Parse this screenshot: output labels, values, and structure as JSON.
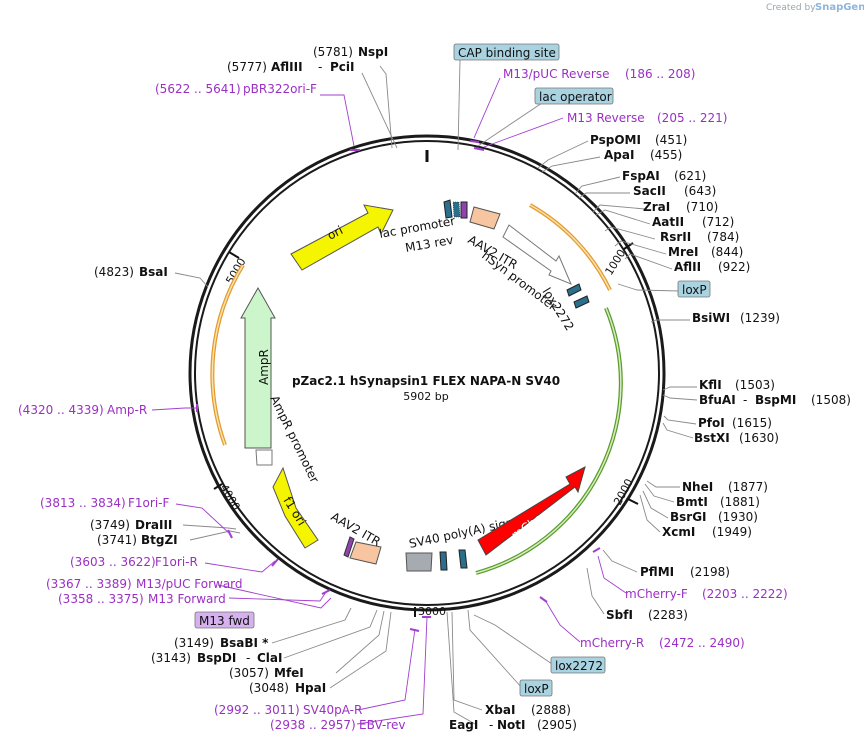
{
  "watermark": {
    "created_by": "Created by",
    "brand": "SnapGene"
  },
  "plasmid": {
    "name": "pZac2.1 hSynapsin1 FLEX NAPA-N SV40",
    "length": "5902 bp"
  },
  "scale_ticks": [
    "1000",
    "2000",
    "3000",
    "4000",
    "5000"
  ],
  "features": [
    {
      "name": "ori",
      "label": "ori",
      "color": "#f5f500"
    },
    {
      "name": "f1-ori",
      "label": "f1 ori",
      "color": "#f5f500"
    },
    {
      "name": "ampr",
      "label": "AmpR",
      "color": "#ccf5cc"
    },
    {
      "name": "ampr-promoter",
      "label": "AmpR promoter",
      "color": "#ffffff"
    },
    {
      "name": "mcherry",
      "label": "mCherry",
      "color": "#ff0000"
    },
    {
      "name": "aav2-itr-1",
      "label": "AAV2 ITR",
      "color": "#f7c59f"
    },
    {
      "name": "aav2-itr-2",
      "label": "AAV2 ITR",
      "color": "#f7c59f"
    },
    {
      "name": "hsyn-promoter",
      "label": "hSyn promoter",
      "color": "#ffffff"
    },
    {
      "name": "sv40-polya",
      "label": "SV40 poly(A) signal",
      "color": "#a6abb1"
    },
    {
      "name": "lac-promoter",
      "label": "lac promoter",
      "color": "#2a6f8b"
    },
    {
      "name": "m13-rev",
      "label": "M13 rev",
      "color": "#8e44ad"
    },
    {
      "name": "lox2272",
      "label": "lox2272",
      "color": "#2a6f8b"
    },
    {
      "name": "loxp",
      "label": "loxP",
      "color": "#2a6f8b"
    }
  ],
  "boxed_labels": [
    {
      "name": "cap-binding-site",
      "text": "CAP binding site",
      "color": "#a9d3e1"
    },
    {
      "name": "lac-operator",
      "text": "lac operator",
      "color": "#a9d3e1"
    },
    {
      "name": "loxp-top",
      "text": "loxP",
      "color": "#a9d3e1"
    },
    {
      "name": "lox2272-bottom",
      "text": "lox2272",
      "color": "#a9d3e1"
    },
    {
      "name": "loxp-bottom",
      "text": "loxP",
      "color": "#a9d3e1"
    },
    {
      "name": "m13-fwd",
      "text": "M13 fwd",
      "color": "#d7b0ef"
    }
  ],
  "sites": {
    "nspi": {
      "pos": "(5781)",
      "name": "NspI"
    },
    "afliii_pcii": {
      "pos": "(5777)",
      "name": "AflIII",
      "name2": "PciI"
    },
    "pbr322": {
      "pos": "(5622 .. 5641)",
      "name": "pBR322ori-F"
    },
    "m13puc_rev": {
      "name": "M13/pUC Reverse",
      "pos": "(186 .. 208)"
    },
    "m13_reverse": {
      "name": "M13 Reverse",
      "pos": "(205 .. 221)"
    },
    "pspomi": {
      "name": "PspOMI",
      "pos": "(451)"
    },
    "apai": {
      "name": "ApaI",
      "pos": "(455)"
    },
    "fspai": {
      "name": "FspAI",
      "pos": "(621)"
    },
    "sacii": {
      "name": "SacII",
      "pos": "(643)"
    },
    "zrai": {
      "name": "ZraI",
      "pos": "(710)"
    },
    "aatii": {
      "name": "AatII",
      "pos": "(712)"
    },
    "rsrii": {
      "name": "RsrII",
      "pos": "(784)"
    },
    "mrei": {
      "name": "MreI",
      "pos": "(844)"
    },
    "afliii2": {
      "name": "AflII",
      "pos": "(922)"
    },
    "bsiwi": {
      "name": "BsiWI",
      "pos": "(1239)"
    },
    "kfli": {
      "name": "KflI",
      "pos": "(1503)"
    },
    "bfuai": {
      "name": "BfuAI",
      "name2": "BspMI",
      "pos": "(1508)"
    },
    "pfoi": {
      "name": "PfoI",
      "pos": "(1615)"
    },
    "bstxi": {
      "name": "BstXI",
      "pos": "(1630)"
    },
    "nhei": {
      "name": "NheI",
      "pos": "(1877)"
    },
    "bmti": {
      "name": "BmtI",
      "pos": "(1881)"
    },
    "bsrgi": {
      "name": "BsrGI",
      "pos": "(1930)"
    },
    "xcmi": {
      "name": "XcmI",
      "pos": "(1949)"
    },
    "pflmi": {
      "name": "PflMI",
      "pos": "(2198)"
    },
    "mcherry_f": {
      "name": "mCherry-F",
      "pos": "(2203 .. 2222)"
    },
    "sbfi": {
      "name": "SbfI",
      "pos": "(2283)"
    },
    "mcherry_r": {
      "name": "mCherry-R",
      "pos": "(2472 .. 2490)"
    },
    "xbai": {
      "name": "XbaI",
      "pos": "(2888)"
    },
    "eagi_noti": {
      "name": "EagI",
      "name2": "NotI",
      "pos": "(2905)"
    },
    "sv40pa_r": {
      "pos": "(2992 .. 3011)",
      "name": "SV40pA-R"
    },
    "ebv_rev": {
      "pos": "(2938 .. 2957)",
      "name": "EBV-rev"
    },
    "hpai": {
      "pos": "(3048)",
      "name": "HpaI"
    },
    "mfei": {
      "pos": "(3057)",
      "name": "MfeI"
    },
    "bspdi_clai": {
      "pos": "(3143)",
      "name": "BspDI",
      "name2": "ClaI"
    },
    "bsabi": {
      "pos": "(3149)",
      "name": "BsaBI *"
    },
    "m13_forward": {
      "pos": "(3358 .. 3375)",
      "name": "M13 Forward"
    },
    "m13puc_fwd": {
      "pos": "(3367 .. 3389)",
      "name": "M13/pUC Forward"
    },
    "f1ori_r": {
      "pos": "(3603 .. 3622)",
      "name": "F1ori-R"
    },
    "btgzi": {
      "pos": "(3741)",
      "name": "BtgZI"
    },
    "draiii": {
      "pos": "(3749)",
      "name": "DraIII"
    },
    "f1ori_f": {
      "pos": "(3813 .. 3834)",
      "name": "F1ori-F"
    },
    "amp_r": {
      "pos": "(4320 .. 4339)",
      "name": "Amp-R"
    },
    "bsai": {
      "pos": "(4823)",
      "name": "BsaI"
    }
  }
}
